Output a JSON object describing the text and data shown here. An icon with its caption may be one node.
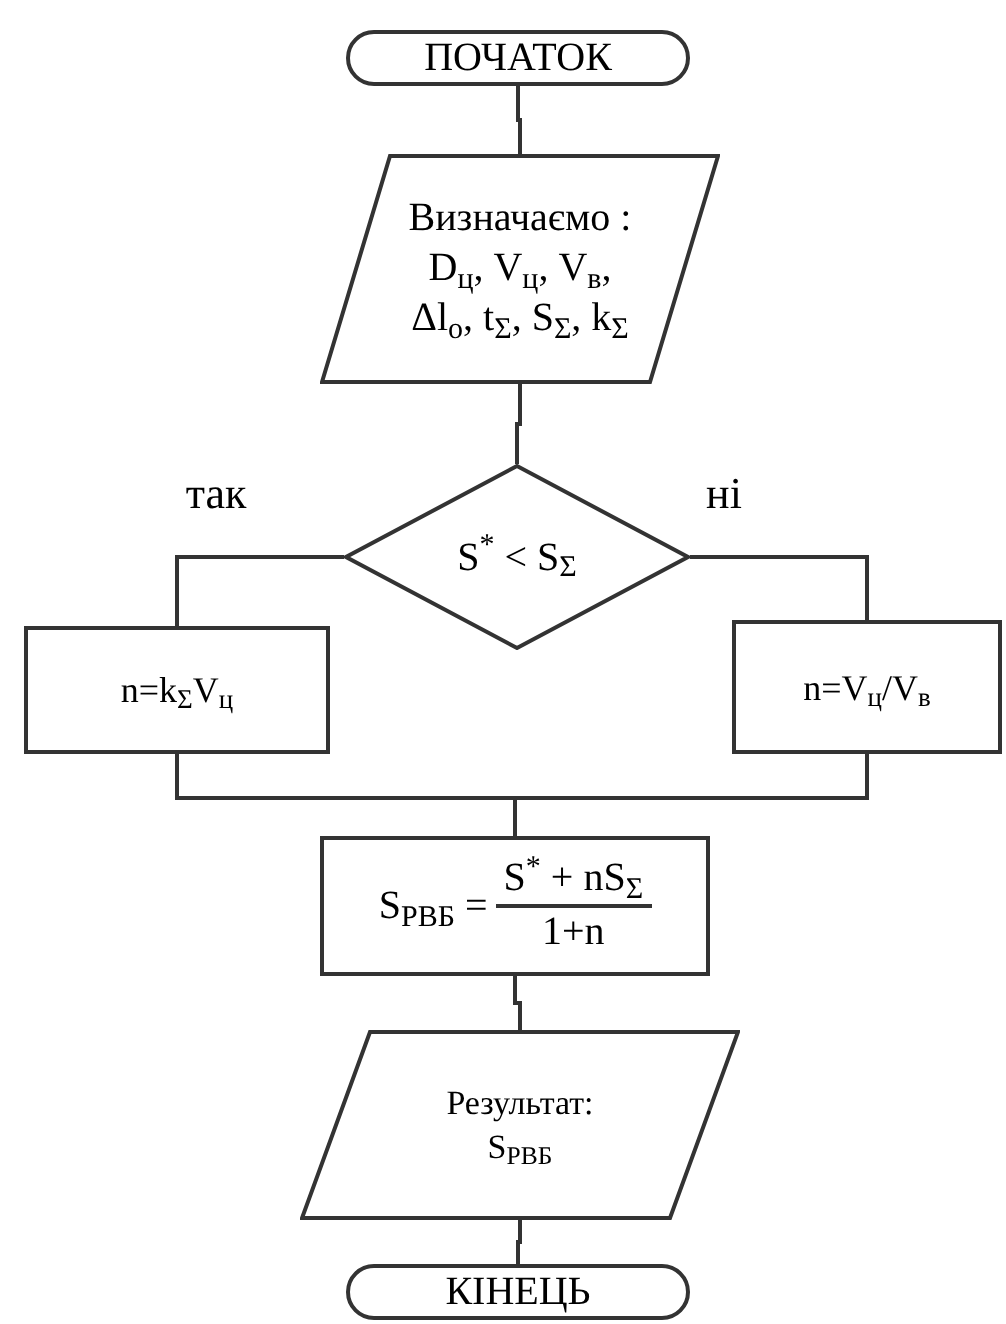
{
  "diagram": {
    "nodes": [
      {
        "text": [
          "ПОЧАТОК"
        ]
      },
      {
        "text": [
          "Визначаємо :",
          "D$_{ц}$, V$_{ц}$, V$_{в}$, Δl$_{o}$, t$_{Σ}$, S$_{Σ}$, k$_{Σ}$"
        ]
      },
      {
        "text": [
          "S$^{*}$ < S$_{Σ}$"
        ]
      },
      {
        "text": [
          "n=k$_{Σ}$V$_{ц}$"
        ]
      },
      {
        "text": [
          "n=V$_{ц}$/V$_{в}$"
        ]
      },
      {
        "text": [
          "S$_{РВБ}$ =",
          "S$^{*}$ + nS$_{Σ}$",
          "1+n"
        ]
      },
      {
        "text": [
          "Результат:",
          "S$_{РВБ}$"
        ]
      },
      {
        "text": [
          "КІНЕЦЬ"
        ]
      }
    ],
    "edges": [
      {
        "from": 0,
        "to": 1,
        "arrow": "none"
      },
      {
        "from": 1,
        "to": 2,
        "arrow": "none"
      },
      {
        "from": 2,
        "to": 3,
        "arrow": "none",
        "label": "так"
      },
      {
        "from": 2,
        "to": 4,
        "arrow": "none",
        "label": "ні"
      },
      {
        "from": 3,
        "to": 5,
        "arrow": "none"
      },
      {
        "from": 4,
        "to": 5,
        "arrow": "none"
      },
      {
        "from": 5,
        "to": 6,
        "arrow": "none"
      },
      {
        "from": 6,
        "to": 7,
        "arrow": "none"
      }
    ]
  }
}
